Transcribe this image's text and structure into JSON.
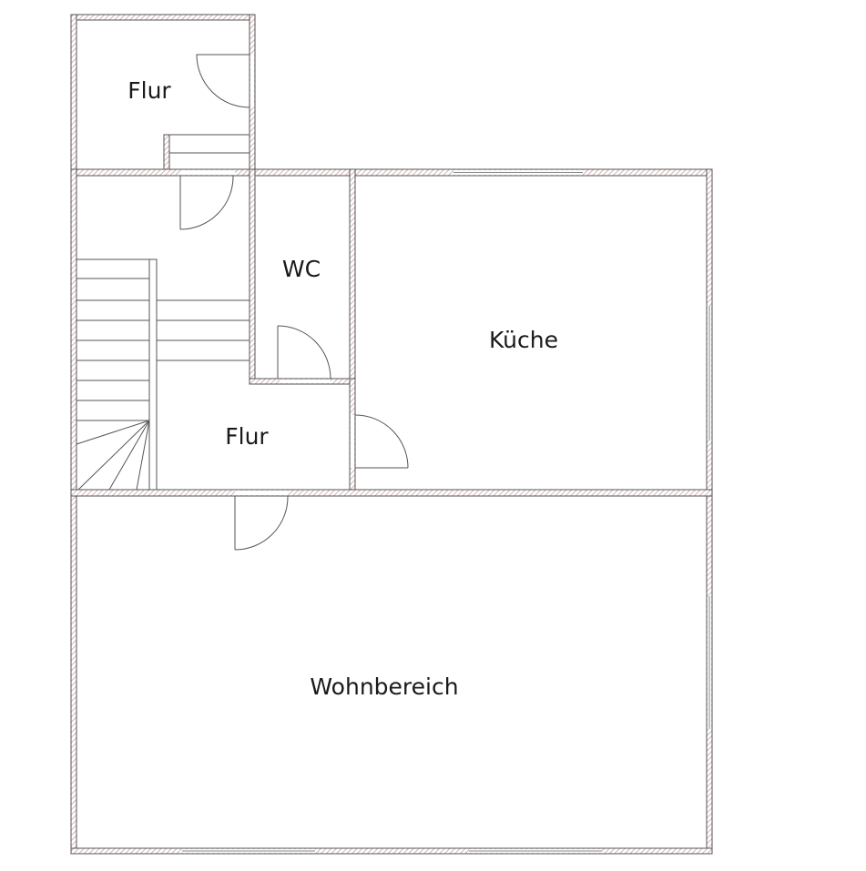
{
  "rooms": {
    "flur_top": "Flur",
    "wc": "WC",
    "kueche": "Küche",
    "flur_mid": "Flur",
    "wohnbereich": "Wohnbereich"
  },
  "colors": {
    "wall_stroke": "#555555",
    "hatch": "#c9a2a2",
    "background": "#ffffff",
    "text": "#1a1a1a"
  }
}
